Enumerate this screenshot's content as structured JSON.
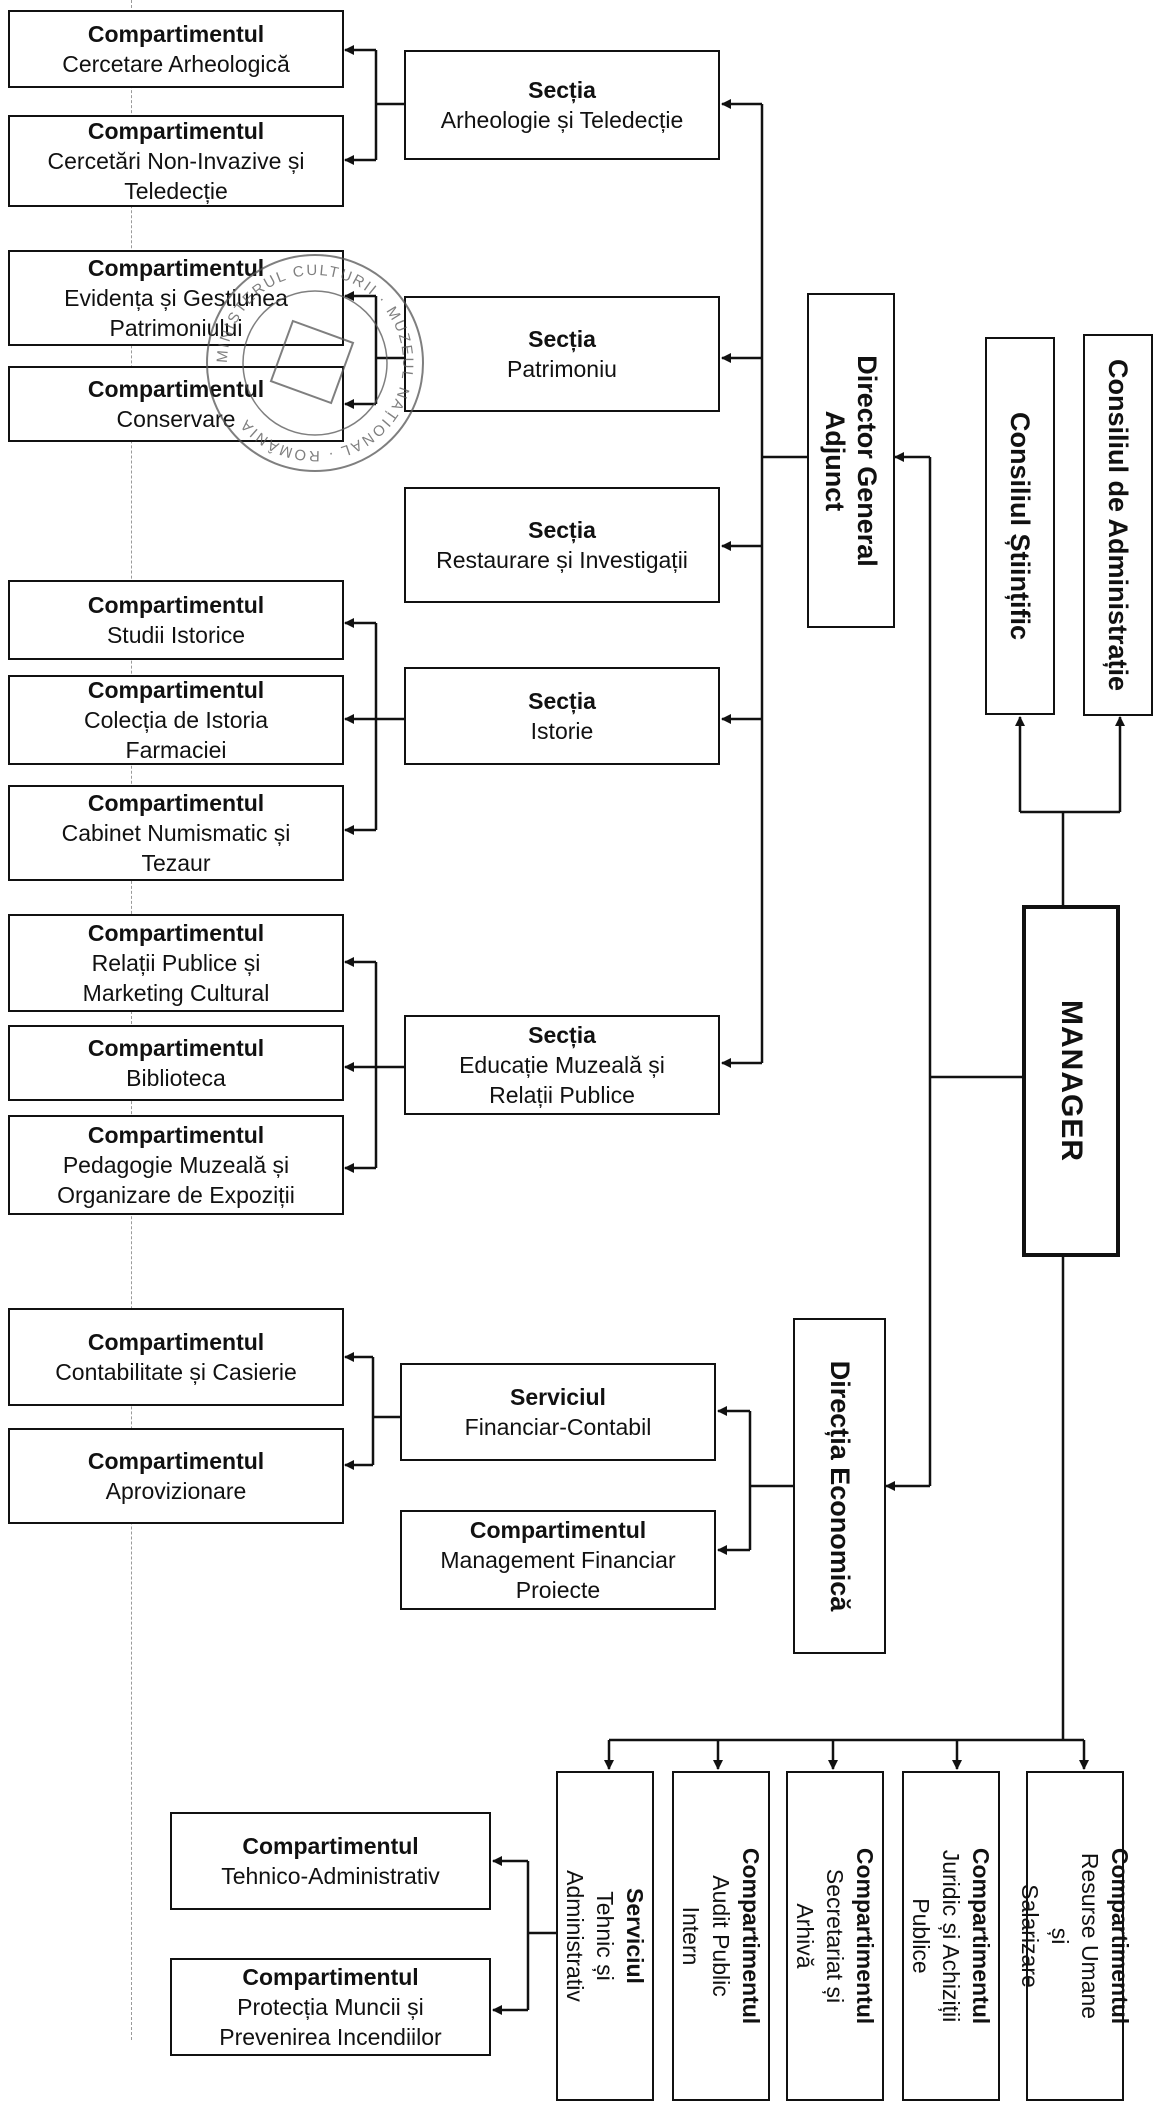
{
  "manager": "MANAGER",
  "consilii": {
    "administratie": "Consiliul de Administrație",
    "stiintific": "Consiliul Științific"
  },
  "director": "Director General Adjunct",
  "directie_economica": "Direcția Economică",
  "sectii": {
    "arheologie": {
      "head": "Secția",
      "body": "Arheologie și Teledecție"
    },
    "patrimoniu": {
      "head": "Secția",
      "body": "Patrimoniu"
    },
    "restaurare": {
      "head": "Secția",
      "body": "Restaurare și Investigații"
    },
    "istorie": {
      "head": "Secția",
      "body": "Istorie"
    },
    "educatie": {
      "head": "Secția",
      "body": "Educație Muzeală și\nRelații Publice"
    }
  },
  "compartimente": {
    "cercetare_arheologica": {
      "head": "Compartimentul",
      "body": "Cercetare Arheologică"
    },
    "non_invazive": {
      "head": "Compartimentul",
      "body": "Cercetări Non-Invazive și\nTeledecție"
    },
    "evidenta": {
      "head": "Compartimentul",
      "body": "Evidența și Gestiunea\nPatrimoniului"
    },
    "conservare": {
      "head": "Compartimentul",
      "body": "Conservare"
    },
    "studii_istorice": {
      "head": "Compartimentul",
      "body": "Studii Istorice"
    },
    "istoria_farmaciei": {
      "head": "Compartimentul",
      "body": "Colecția de Istoria\nFarmaciei"
    },
    "numismatic": {
      "head": "Compartimentul",
      "body": "Cabinet Numismatic și\nTezaur"
    },
    "relatii_publice": {
      "head": "Compartimentul",
      "body": "Relații Publice și\nMarketing Cultural"
    },
    "biblioteca": {
      "head": "Compartimentul",
      "body": "Biblioteca"
    },
    "pedagogie": {
      "head": "Compartimentul",
      "body": "Pedagogie Muzeală și\nOrganizare de Expoziții"
    },
    "contabilitate": {
      "head": "Compartimentul",
      "body": "Contabilitate și Casierie"
    },
    "aprovizionare": {
      "head": "Compartimentul",
      "body": "Aprovizionare"
    },
    "management_proiecte": {
      "head": "Compartimentul",
      "body": "Management Financiar\nProiecte"
    },
    "tehnico_administrativ": {
      "head": "Compartimentul",
      "body": "Tehnico-Administrativ"
    },
    "protectia_muncii": {
      "head": "Compartimentul",
      "body": "Protecția Muncii și\nPrevenirea Incendiilor"
    }
  },
  "serviciu_financiar": {
    "head": "Serviciul",
    "body": "Financiar-Contabil"
  },
  "bottom_row": {
    "resurse_umane": {
      "head": "Compartimentul",
      "body": "Resurse Umane și\nSalarizare"
    },
    "juridic": {
      "head": "Compartimentul",
      "body": "Juridic și Achiziții Publice"
    },
    "secretariat": {
      "head": "Compartimentul",
      "body": "Secretariat și Arhivă"
    },
    "audit": {
      "head": "Compartimentul",
      "body": "Audit Public Intern"
    },
    "tehnic_admin": {
      "head": "Serviciul",
      "body": "Tehnic și Administrativ"
    }
  },
  "stamp": {
    "text": "MINISTERUL CULTURII · MUZEUL NAȚIONAL · ROMÂNIA"
  }
}
